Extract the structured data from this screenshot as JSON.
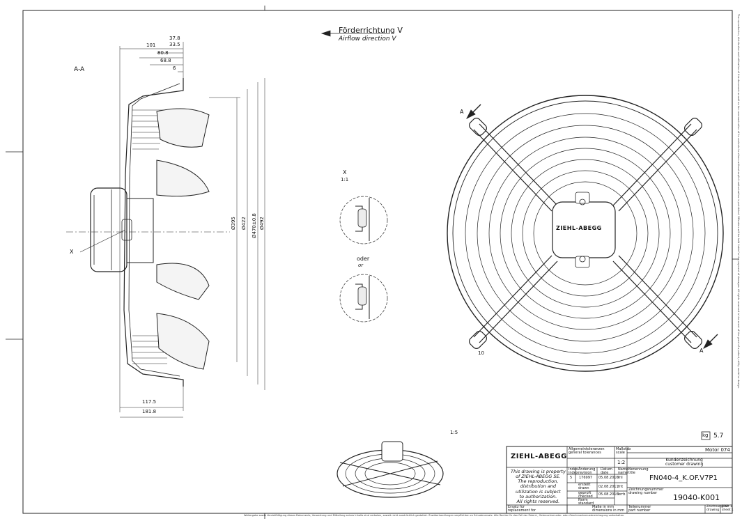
{
  "airflow": {
    "de": "Förderrichtung V",
    "en": "Airflow direction V"
  },
  "section_label": "A-A",
  "section_marker": "A",
  "detail": {
    "label": "X",
    "scale": "1:1",
    "alt_de": "oder",
    "alt_en": "or"
  },
  "x_marker": "X",
  "dimensions": {
    "horizontal": [
      "101",
      "37.8",
      "33.5",
      "80.8",
      "68.8",
      "6",
      "117.5",
      "181.8"
    ],
    "diameters": [
      "Ø395",
      "Ø422",
      "Ø470±0.8",
      "Ø492"
    ],
    "angle": "10"
  },
  "front_label": "ZIEHL-ABEGG",
  "iso_scale": "1:5",
  "weight": {
    "unit": "kg",
    "value": "5.7"
  },
  "title_block": {
    "logo": "ZIEHL-ABEGG",
    "tolerances": "Allgemeintoleranzen\ngeneral tolerances",
    "scale_head": "Maßstab\nscale",
    "scale_value": "1:2",
    "motor": "Motor 074",
    "doc_type": "Kundenzeichnung\ncustomer drawing",
    "property_note": "This drawing is property\nof ZIEHL-ABEGG SE.\nThe reproduction,\ndistribution and\nutilization is subject\nto authorization.\nAll rights reserved.",
    "hdr_index": "Index\nindex",
    "hdr_change": "Änderung\nrevision",
    "hdr_date": "Datum\ndate",
    "hdr_name": "Name\nname",
    "row_index": "5",
    "row_change": "176997",
    "row_date": "05.08.2016",
    "row_name": "fril",
    "drawn": "erstellt\ndrawn",
    "drawn_date": "02.08.2011",
    "drawn_name": "frit",
    "checked": "geprüft\nchecked",
    "checked_date": "05.08.2016",
    "checked_name": "brrb",
    "norm": "Norm\nstandard",
    "designation_head": "Benennung\ntitle",
    "designation": "FN040-4_K.OF.V7P1",
    "drawing_no_head": "Zeichnungsnummer\ndrawing number",
    "drawing_no": "19040-K001",
    "replacement": "Ersatz für\nreplacement for",
    "dims_note": "Maße in mm\ndimensions in mm",
    "part_no": "Teilenummer\npart number",
    "sheet_size": "Zeichnung A2\ndrawing",
    "sheet_no": "Blatt 1\nsheet 1"
  },
  "footer_note": "Weitergabe sowie Vervielfältigung dieses Dokuments, Verwertung und Mitteilung seines Inhalts sind verboten, soweit nicht ausdrücklich gestattet. Zuwiderhandlungen verpflichten zu Schadenersatz. Alle Rechte für den Fall der Patent-, Gebrauchsmuster- oder Geschmacksmustereintragung vorbehalten.",
  "side_note": "The reproduction, distribution and utilization of this document as well as the communication of its contents to others without explicit authorization is prohibited. Offenders will be held liable for the payment of damages. All rights reserved in the event of the grant of a patent, utility model or design."
}
